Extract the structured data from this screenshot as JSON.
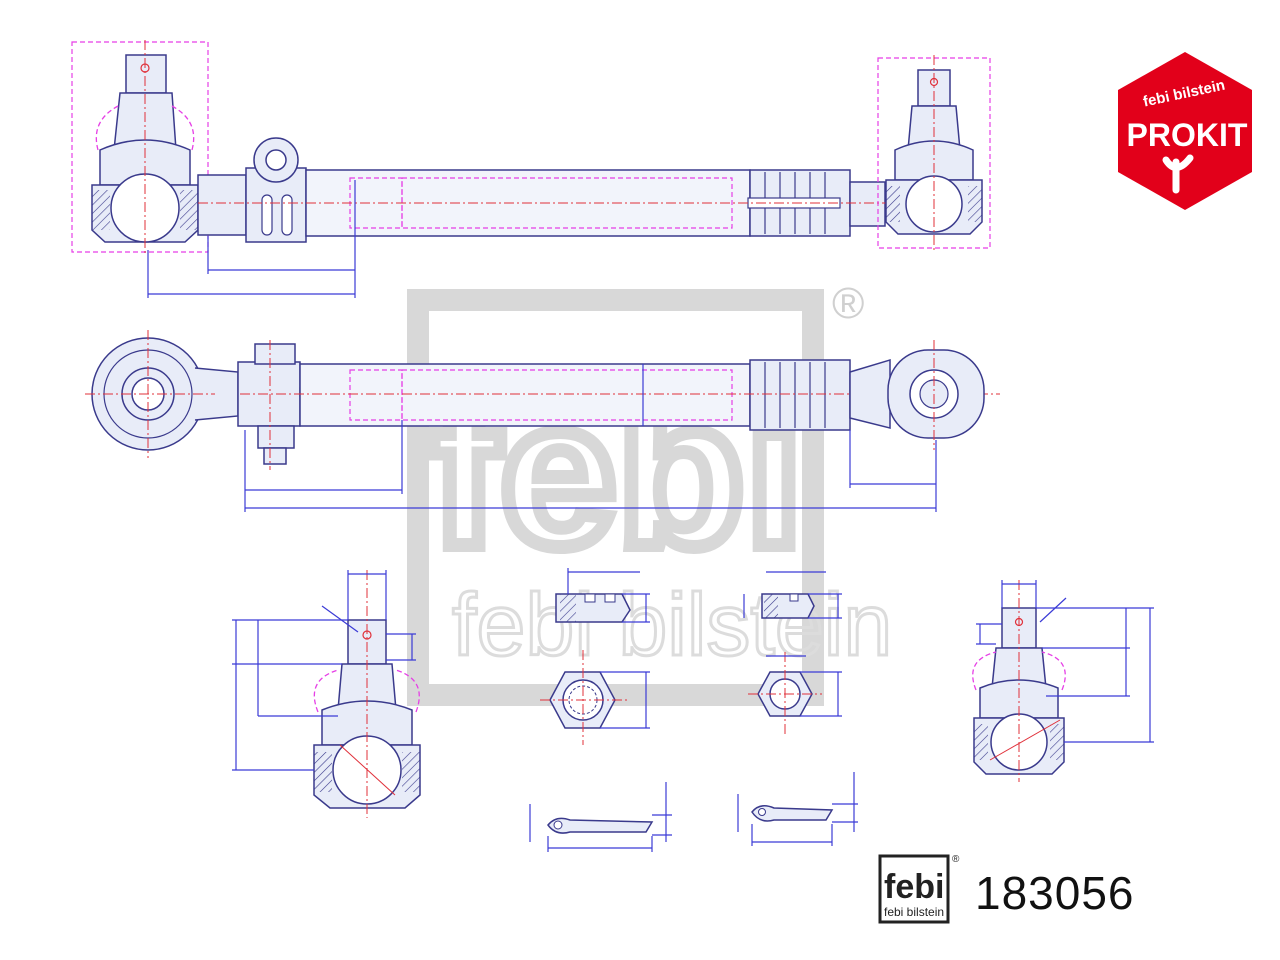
{
  "product": {
    "part_number": "183056"
  },
  "brand": {
    "watermark_text": "febi bilstein",
    "registered_mark": "®",
    "small_logo_text": "febi bilstein"
  },
  "badge": {
    "top_text": "febi bilstein",
    "main_text": "PROKIT",
    "fill": "#e2001a"
  },
  "colors": {
    "outline": "#3a3a8c",
    "hidden_edges": "#e63fe6",
    "centerline": "#e0303a",
    "dimension": "#3b3bd6",
    "part_fill": "#e8ecf8",
    "watermark": "#d8d8d8"
  },
  "components": [
    {
      "name": "tie-rod-side-view"
    },
    {
      "name": "tie-rod-top-view"
    },
    {
      "name": "ball-joint-left"
    },
    {
      "name": "ball-joint-right"
    },
    {
      "name": "castle-nut-large"
    },
    {
      "name": "castle-nut-small"
    },
    {
      "name": "cotter-pin-left"
    },
    {
      "name": "cotter-pin-right"
    }
  ]
}
